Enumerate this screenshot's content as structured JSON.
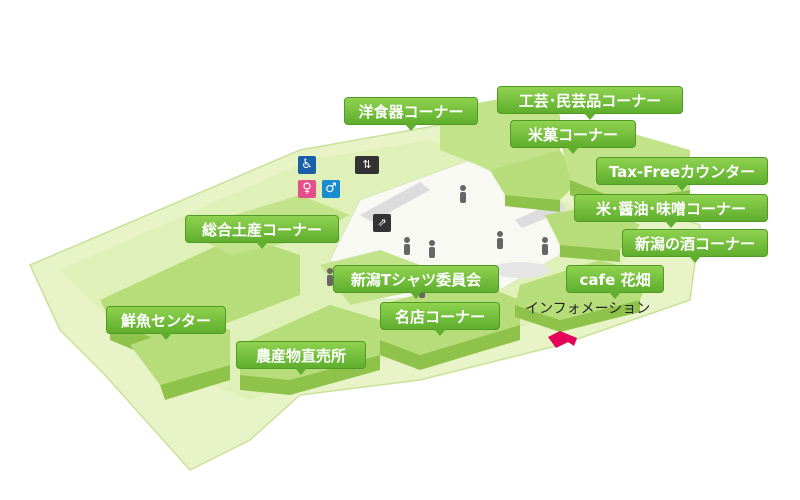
{
  "labels": {
    "western_tableware": "洋食器コーナー",
    "crafts": "工芸･民芸品コーナー",
    "rice_sweets": "米菓コーナー",
    "tax_free": "Tax-Freeカウンター",
    "rice_soy": "米･醤油･味噌コーナー",
    "niigata_sake": "新潟の酒コーナー",
    "cafe": "cafe 花畑",
    "local_products": "総合土産コーナー",
    "tshirt": "新潟Tシャツ委員会",
    "famous_shops": "名店コーナー",
    "fish_center": "鮮魚センター",
    "farm_market": "農産物直売所",
    "information": "インフォメーション"
  },
  "icons": [
    "wheelchair-icon",
    "restroom-female-icon",
    "restroom-male-icon",
    "elevator-icon",
    "escalator-icon",
    "person-icon",
    "arrow-icon"
  ],
  "colors": {
    "floor": "#e8f4c8",
    "floor_dark": "#d2e8a4",
    "block_top": "#b7dd7a",
    "block_side": "#8fc24a",
    "plaza": "#ffffff",
    "label": "#6cbd38",
    "arrow": "#e5005a"
  }
}
